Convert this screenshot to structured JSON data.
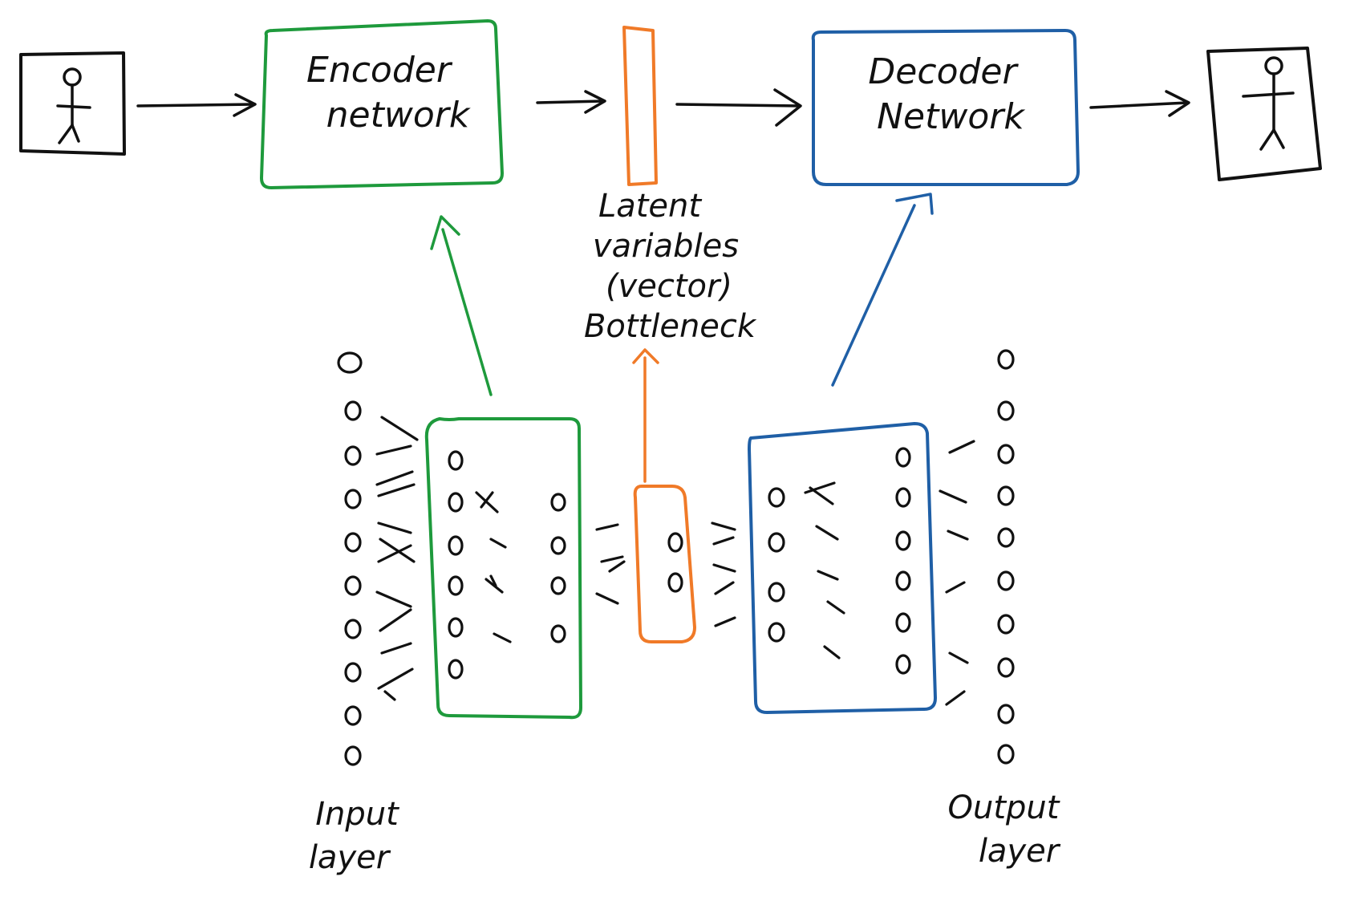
{
  "labels": {
    "encoder_line1": "Encoder",
    "encoder_line2": "network",
    "decoder_line1": "Decoder",
    "decoder_line2": "Network",
    "latent_line1": "Latent",
    "latent_line2": "variables",
    "latent_line3": "(vector)",
    "latent_line4": "Bottleneck",
    "input_line1": "Input",
    "input_line2": "layer",
    "output_line1": "Output",
    "output_line2": "layer",
    "neuron_glyph": "0"
  },
  "colors": {
    "ink": "#111111",
    "encoder": "#1e9a3c",
    "latent": "#f07a28",
    "decoder": "#1f5fa6"
  },
  "icons": [
    "stick-figure-input-icon",
    "stick-figure-output-icon"
  ]
}
